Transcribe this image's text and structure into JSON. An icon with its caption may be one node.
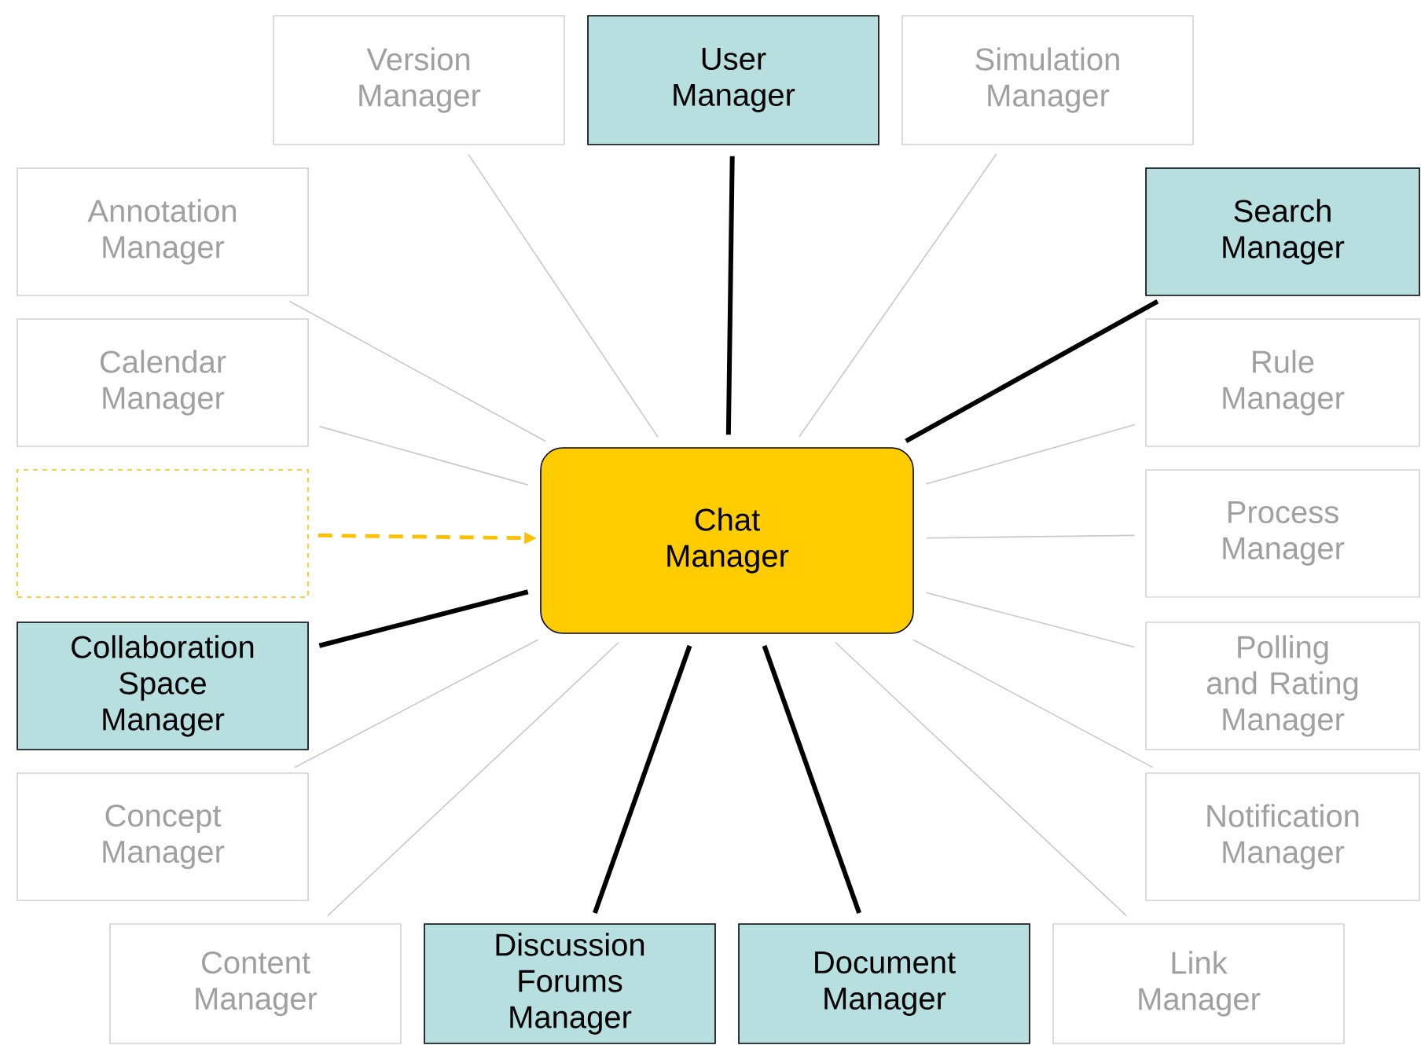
{
  "diagram": {
    "nodes": [
      {
        "text": [
          "Version Manager"
        ]
      },
      {
        "text": [
          "User Manager"
        ]
      },
      {
        "text": [
          "Simulation Manager"
        ]
      },
      {
        "text": [
          "Annotation Manager"
        ]
      },
      {
        "text": [
          "Search Manager"
        ]
      },
      {
        "text": [
          "Calendar Manager"
        ]
      },
      {
        "text": [
          "Rule Manager"
        ]
      },
      {
        "text": [],
        "shape": "box"
      },
      {
        "text": [
          "Chat Manager"
        ]
      },
      {
        "text": [
          "Process Manager"
        ]
      },
      {
        "text": [
          "Collaboration Space Manager"
        ]
      },
      {
        "text": [
          "Polling and Rating Manager"
        ]
      },
      {
        "text": [
          "Concept Manager"
        ]
      },
      {
        "text": [
          "Notification Manager"
        ]
      },
      {
        "text": [
          "Content Manager"
        ]
      },
      {
        "text": [
          "Discussion Forums Manager"
        ]
      },
      {
        "text": [
          "Document Manager"
        ]
      },
      {
        "text": [
          "Link Manager"
        ]
      }
    ],
    "edges": [
      {
        "from": 8,
        "to": 0,
        "arrow": "none"
      },
      {
        "from": 8,
        "to": 1,
        "arrow": "none",
        "style": "thick",
        "color": "#000000"
      },
      {
        "from": 8,
        "to": 2,
        "arrow": "none"
      },
      {
        "from": 8,
        "to": 3,
        "arrow": "none"
      },
      {
        "from": 8,
        "to": 4,
        "arrow": "none",
        "style": "thick",
        "color": "#000000"
      },
      {
        "from": 8,
        "to": 5,
        "arrow": "none"
      },
      {
        "from": 8,
        "to": 6,
        "arrow": "none"
      },
      {
        "from": 7,
        "to": 8,
        "arrow": "to",
        "style": "dashed",
        "color": "#ffc000"
      },
      {
        "from": 8,
        "to": 9,
        "arrow": "none"
      },
      {
        "from": 8,
        "to": 10,
        "arrow": "none",
        "style": "thick",
        "color": "#000000"
      },
      {
        "from": 8,
        "to": 11,
        "arrow": "none"
      },
      {
        "from": 8,
        "to": 12,
        "arrow": "none"
      },
      {
        "from": 8,
        "to": 13,
        "arrow": "none"
      },
      {
        "from": 8,
        "to": 14,
        "arrow": "none"
      },
      {
        "from": 8,
        "to": 15,
        "arrow": "none",
        "style": "thick",
        "color": "#000000"
      },
      {
        "from": 8,
        "to": 16,
        "arrow": "none",
        "style": "thick",
        "color": "#000000"
      },
      {
        "from": 8,
        "to": 17,
        "arrow": "none"
      }
    ]
  }
}
